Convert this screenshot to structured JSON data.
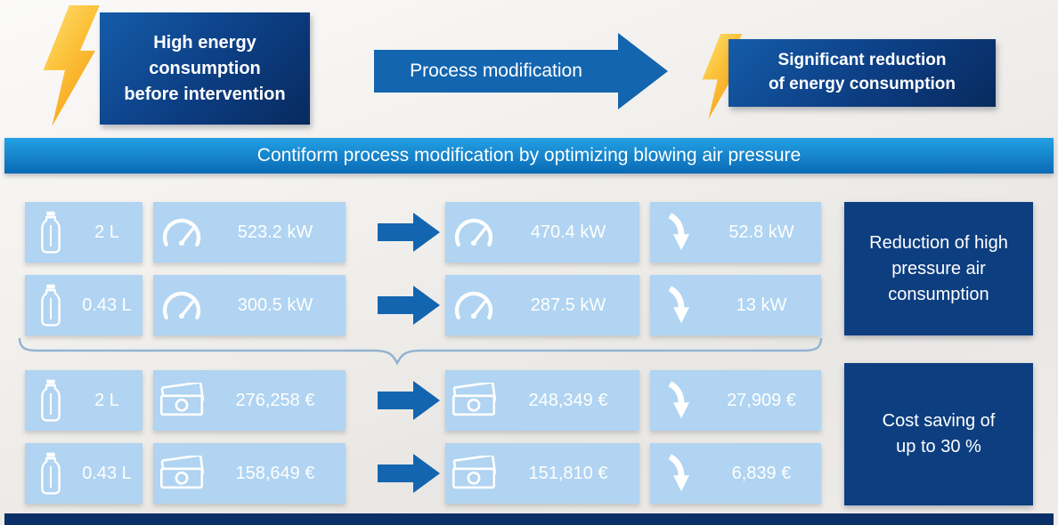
{
  "header": {
    "left_box": "High energy\nconsumption\nbefore intervention",
    "process_arrow_label": "Process modification",
    "right_box": "Significant reduction\nof energy consumption"
  },
  "banner": "Contiform process modification by optimizing blowing air pressure",
  "power_rows": [
    {
      "volume": "2 L",
      "before": "523.2 kW",
      "after": "470.4 kW",
      "saving": "52.8 kW"
    },
    {
      "volume": "0.43 L",
      "before": "300.5 kW",
      "after": "287.5 kW",
      "saving": "13 kW"
    }
  ],
  "cost_rows": [
    {
      "volume": "2 L",
      "before": "276,258 €",
      "after": "248,349 €",
      "saving": "27,909 €"
    },
    {
      "volume": "0.43 L",
      "before": "158,649 €",
      "after": "151,810 €",
      "saving": "6,839 €"
    }
  ],
  "side_notes": {
    "power": "Reduction of high\npressure air\nconsumption",
    "cost": "Cost saving of\nup to 30 %"
  },
  "icons": {
    "volume": "bottle-icon",
    "power": "gauge-icon",
    "cost": "banknotes-icon",
    "saving": "down-arrow-icon",
    "energy": "lightning-icon"
  },
  "colors": {
    "dark_blue": "#0d3e80",
    "arrow_blue": "#1365af",
    "light_cell": "#b0d4f1",
    "banner_top": "#23a0e4",
    "banner_bottom": "#0a6ab5",
    "bolt_yellow": "#ffe17a",
    "bolt_orange": "#f59d16",
    "footer_bar": "#0b2f67"
  }
}
